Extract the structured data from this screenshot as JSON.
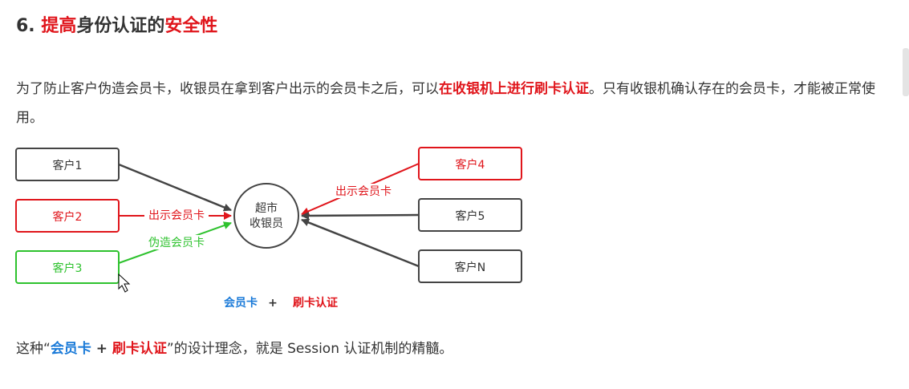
{
  "heading": {
    "number": "6.",
    "part1": "提高",
    "part2": "身份认证的",
    "part3": "安全性"
  },
  "paragraph": {
    "text1": "为了防止客户伪造会员卡，收银员在拿到客户出示的会员卡之后，可以",
    "highlight": "在收银机上进行刷卡认证",
    "text2": "。只有收银机确认存在的会员卡，才能被正常使用。"
  },
  "diagram": {
    "center": {
      "line1": "超市",
      "line2": "收银员"
    },
    "customers": {
      "c1": "客户1",
      "c2": "客户2",
      "c3": "客户3",
      "c4": "客户4",
      "c5": "客户5",
      "cn": "客户N"
    },
    "labels": {
      "show_card_left": "出示会员卡",
      "fake_card": "伪造会员卡",
      "show_card_right": "出示会员卡"
    },
    "legend": {
      "card": "会员卡",
      "plus": "+",
      "auth": "刷卡认证"
    },
    "colors": {
      "red": "#e0151b",
      "green": "#2ec22e",
      "gray": "#444444",
      "blue": "#1a7ad8"
    }
  },
  "footer": {
    "text1": "这种“",
    "card": "会员卡",
    "plus": " + ",
    "auth": "刷卡认证",
    "text2": "”的设计理念，就是 Session 认证机制的精髓。"
  }
}
